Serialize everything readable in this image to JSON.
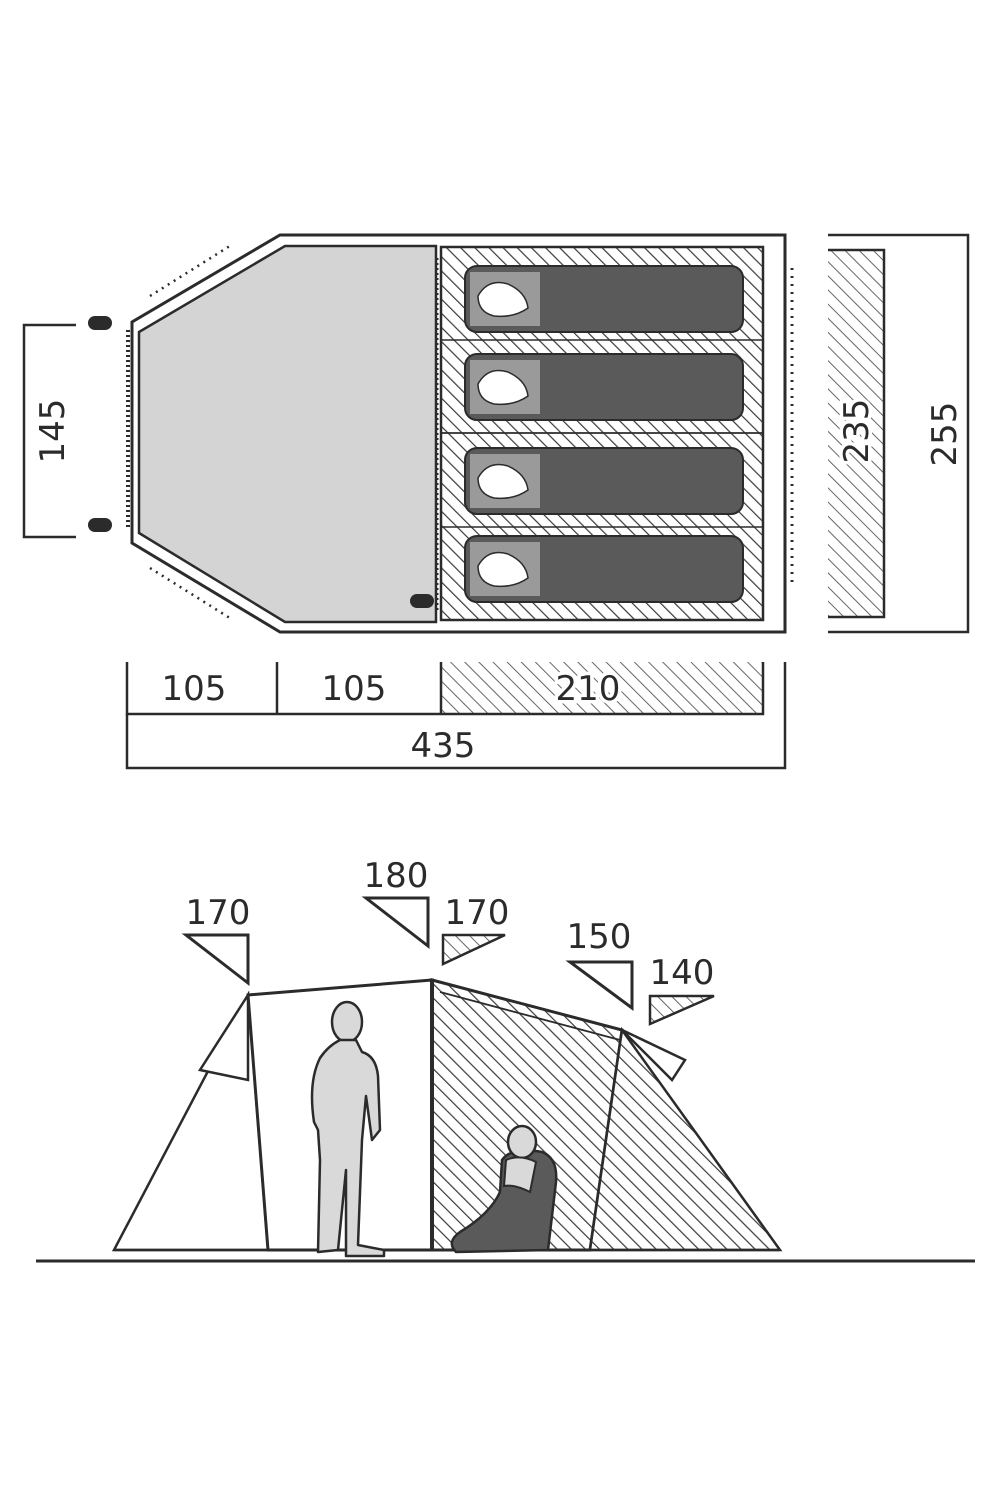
{
  "floor_plan": {
    "entrance_width": "145",
    "inner_width": "235",
    "total_width": "255",
    "porch_front_depth": "105",
    "porch_rear_depth": "105",
    "bedroom_depth": "210",
    "total_length": "435"
  },
  "side_view": {
    "front_pole_height": "170",
    "center_peak_height": "180",
    "bedroom_front_height": "170",
    "rear_pole_height": "150",
    "bedroom_rear_height": "140"
  },
  "colors": {
    "line": "#2b2b2b",
    "porch_floor": "#d4d4d4",
    "sleeping_bag": "#5a5a5a",
    "figure": "#d9d9d9"
  }
}
